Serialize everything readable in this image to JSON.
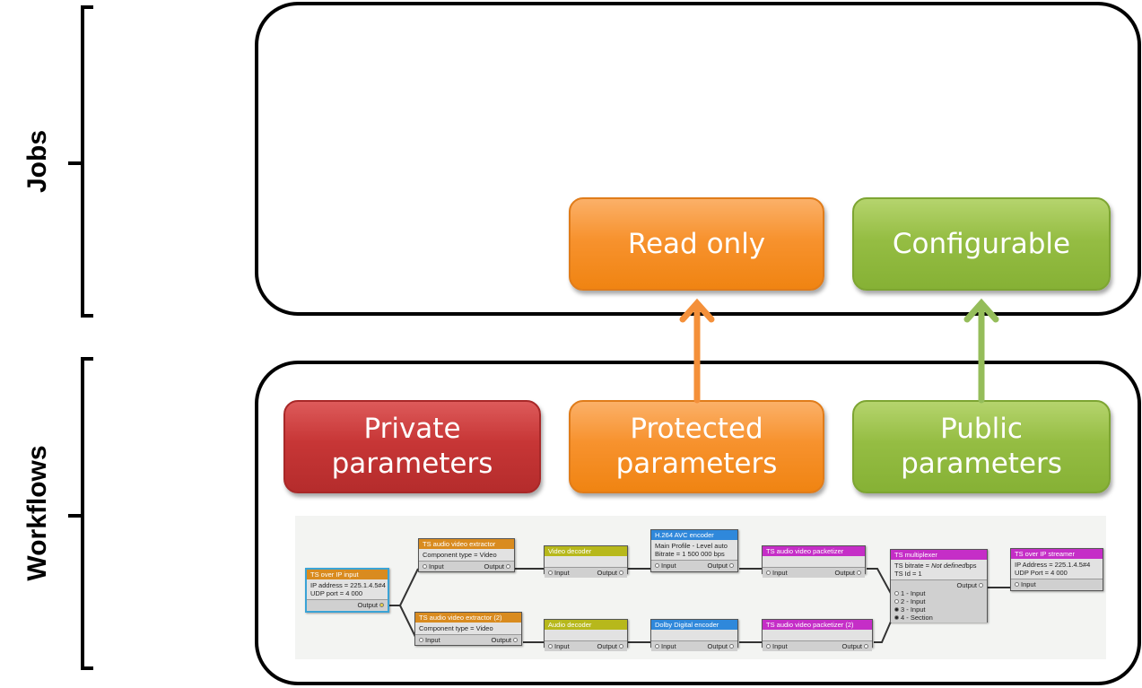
{
  "labels": {
    "jobs": "Jobs",
    "workflows": "Workflows"
  },
  "jobs": {
    "read_only": "Read only",
    "configurable": "Configurable"
  },
  "workflows": {
    "private": [
      "Private",
      "parameters"
    ],
    "protected": [
      "Protected",
      "parameters"
    ],
    "public": [
      "Public",
      "parameters"
    ]
  },
  "colors": {
    "orange": "#f7922e",
    "green": "#95bd43",
    "red": "#c73636"
  },
  "graph": {
    "ts_input": {
      "title": "TS over IP input",
      "lines": [
        "IP address = 225.1.4.5#4",
        "UDP port = 4 000"
      ],
      "output": "Output"
    },
    "extractor1": {
      "title": "TS audio video extractor",
      "lines": [
        "Component type = Video"
      ],
      "input": "Input",
      "output": "Output"
    },
    "extractor2": {
      "title": "TS audio video extractor (2)",
      "lines": [
        "Component type = Video"
      ],
      "input": "Input",
      "output": "Output"
    },
    "video_decoder": {
      "title": "Video decoder",
      "input": "Input",
      "output": "Output"
    },
    "audio_decoder": {
      "title": "Audio decoder",
      "input": "Input",
      "output": "Output"
    },
    "h264": {
      "title": "H.264 AVC encoder",
      "lines": [
        "Main Profile - Level auto",
        "Bitrate = 1 500 000 bps"
      ],
      "input": "Input",
      "output": "Output"
    },
    "dolby": {
      "title": "Dolby Digital encoder",
      "input": "Input",
      "output": "Output"
    },
    "packetizer1": {
      "title": "TS audio video packetizer",
      "input": "Input",
      "output": "Output"
    },
    "packetizer2": {
      "title": "TS audio video packetizer (2)",
      "input": "Input",
      "output": "Output"
    },
    "mux": {
      "title": "TS multiplexer",
      "line1_prefix": "TS bitrate = ",
      "line1_value": "Not defined",
      "line1_suffix": "bps",
      "line2": "TS Id = 1",
      "output": "Output",
      "inputs": [
        "1 - Input",
        "2 - Input",
        "3 - Input",
        "4 - Section"
      ]
    },
    "streamer": {
      "title": "TS over IP streamer",
      "lines": [
        "IP Address = 225.1.4.5#4",
        "UDP Port = 4 000"
      ],
      "input": "Input"
    }
  }
}
